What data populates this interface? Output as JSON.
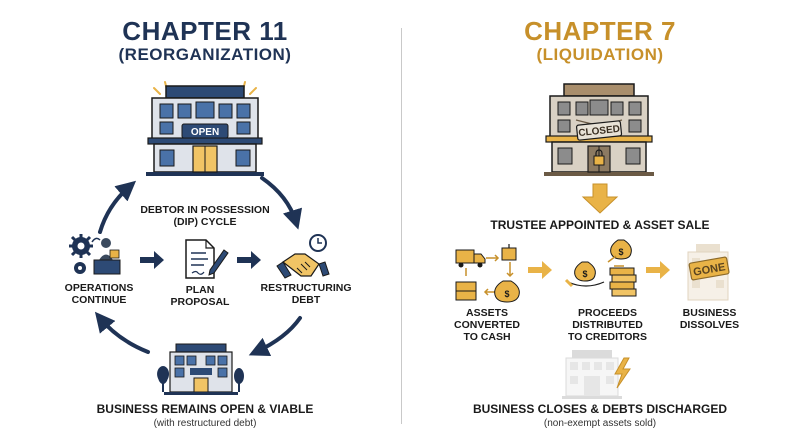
{
  "left": {
    "title": "CHAPTER 11",
    "subtitle": "(REORGANIZATION)",
    "open_sign": "OPEN",
    "cycle_label_1": "DEBTOR IN POSSESSION",
    "cycle_label_2": "(DIP) CYCLE",
    "step_operations_1": "OPERATIONS",
    "step_operations_2": "CONTINUE",
    "step_plan_1": "PLAN",
    "step_plan_2": "PROPOSAL",
    "step_restructuring_1": "RESTRUCTURING",
    "step_restructuring_2": "DEBT",
    "outcome": "BUSINESS REMAINS OPEN & VIABLE",
    "outcome_note": "(with restructured debt)"
  },
  "right": {
    "title": "CHAPTER 7",
    "subtitle": "(LIQUIDATION)",
    "closed_sign": "CLOSED",
    "trustee_label": "TRUSTEE APPOINTED & ASSET SALE",
    "step_assets_1": "ASSETS CONVERTED",
    "step_assets_2": "TO CASH",
    "step_proceeds_1": "PROCEEDS DISTRIBUTED",
    "step_proceeds_2": "TO CREDITORS",
    "gone_sign": "GONE",
    "step_dissolves_1": "BUSINESS",
    "step_dissolves_2": "DISSOLVES",
    "outcome": "BUSINESS CLOSES & DEBTS DISCHARGED",
    "outcome_note": "(non-exempt assets sold)"
  },
  "colors": {
    "navy": "#1f3355",
    "gold": "#c7902a",
    "gold_light": "#e9b347",
    "gray": "#c9c9c9"
  }
}
